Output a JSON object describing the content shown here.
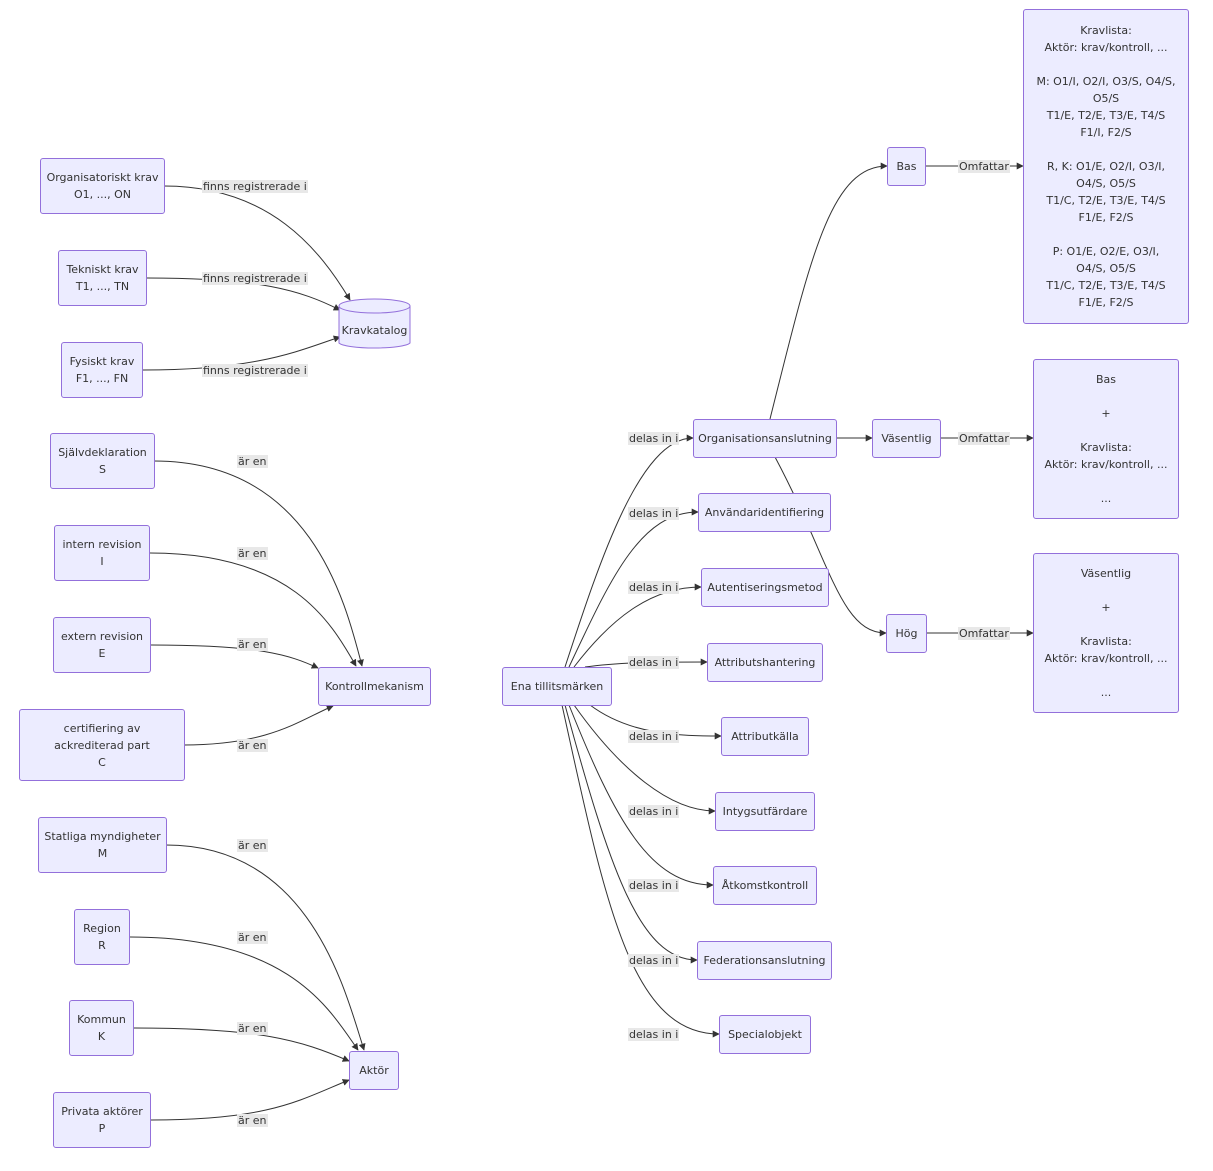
{
  "nodes": {
    "org_krav": [
      "Organisatoriskt krav",
      "O1, ..., ON"
    ],
    "tek_krav": [
      "Tekniskt krav",
      "T1, ..., TN"
    ],
    "fys_krav": [
      "Fysiskt krav",
      "F1, ..., FN"
    ],
    "kravkatalog": "Kravkatalog",
    "sjalvdeklaration": [
      "Självdeklaration",
      "S"
    ],
    "intern_revision": [
      "intern revision",
      "I"
    ],
    "extern_revision": [
      "extern revision",
      "E"
    ],
    "certifiering": [
      "certifiering av",
      "ackrediterad part",
      "C"
    ],
    "kontrollmekanism": "Kontrollmekanism",
    "statliga": [
      "Statliga myndigheter",
      "M"
    ],
    "region": [
      "Region",
      "R"
    ],
    "kommun": [
      "Kommun",
      "K"
    ],
    "privata": [
      "Privata aktörer",
      "P"
    ],
    "aktor": "Aktör",
    "ena": "Ena tillitsmärken",
    "organisationsanslutning": "Organisationsanslutning",
    "anvandaridentifiering": "Användaridentifiering",
    "autentiseringsmetod": "Autentiseringsmetod",
    "attributshantering": "Attributshantering",
    "attributkalla": "Attributkälla",
    "intygsutfardare": "Intygsutfärdare",
    "atkomstkontroll": "Åtkomstkontroll",
    "federationsanslutning": "Federationsanslutning",
    "specialobjekt": "Specialobjekt",
    "bas": "Bas",
    "vasentlig": "Väsentlig",
    "hog": "Hög",
    "bas_detail": [
      "Kravlista:",
      "Aktör: krav/kontroll, ...",
      "",
      "M: O1/I, O2/I, O3/S, O4/S,",
      "O5/S",
      "T1/E, T2/E, T3/E, T4/S",
      "F1/I, F2/S",
      "",
      "R, K: O1/E, O2/I, O3/I,",
      "O4/S, O5/S",
      "T1/C, T2/E, T3/E, T4/S",
      "F1/E, F2/S",
      "",
      "P: O1/E, O2/E, O3/I,",
      "O4/S, O5/S",
      "T1/C, T2/E, T3/E, T4/S",
      "F1/E, F2/S"
    ],
    "vasentlig_detail": [
      "Bas",
      "",
      "+",
      "",
      "Kravlista:",
      "Aktör: krav/kontroll, ...",
      "",
      "..."
    ],
    "hog_detail": [
      "Väsentlig",
      "",
      "+",
      "",
      "Kravlista:",
      "Aktör: krav/kontroll, ...",
      "",
      "..."
    ]
  },
  "edge_labels": {
    "finns_registrerade_i": "finns registrerade i",
    "ar_en": "är en",
    "delas_in_i": "delas in i",
    "omfattar": "Omfattar"
  },
  "colors": {
    "node_fill": "#ECECFF",
    "node_border": "#9370DB",
    "edge": "#333333",
    "label_bg": "#e8e8e8"
  }
}
